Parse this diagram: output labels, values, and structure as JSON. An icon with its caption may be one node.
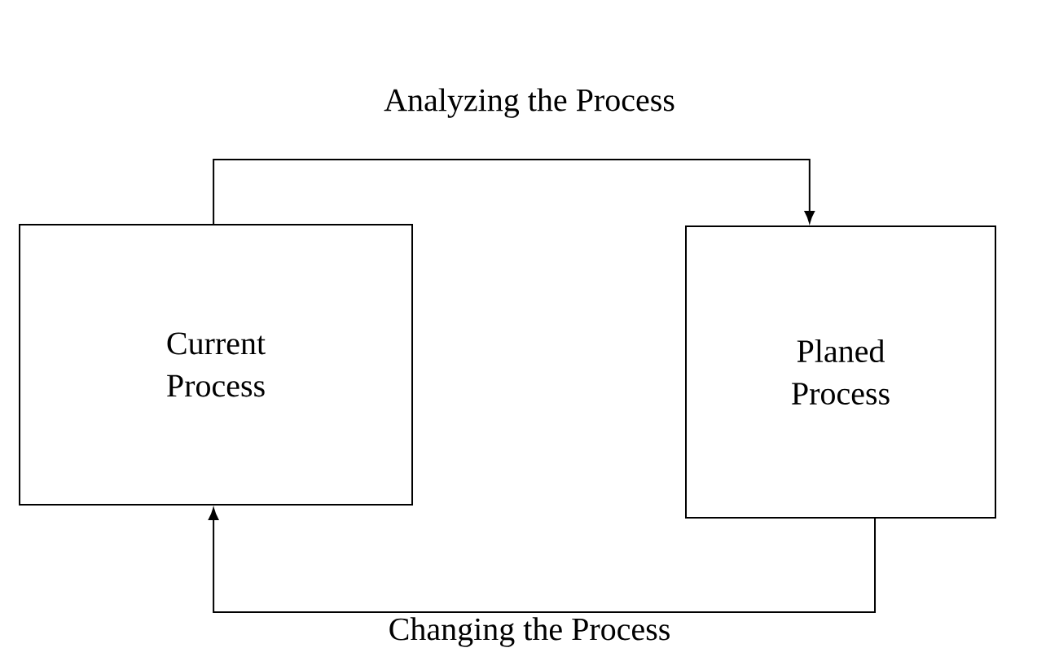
{
  "diagram": {
    "nodes": [
      {
        "text": [
          "Current Process"
        ]
      },
      {
        "text": [
          "Planed Process"
        ]
      }
    ],
    "edges": [
      {
        "from": 0,
        "to": 1,
        "arrow": "to",
        "label": "Analyzing the Process"
      },
      {
        "from": 1,
        "to": 0,
        "arrow": "to",
        "label": "Changing the Process"
      }
    ]
  }
}
